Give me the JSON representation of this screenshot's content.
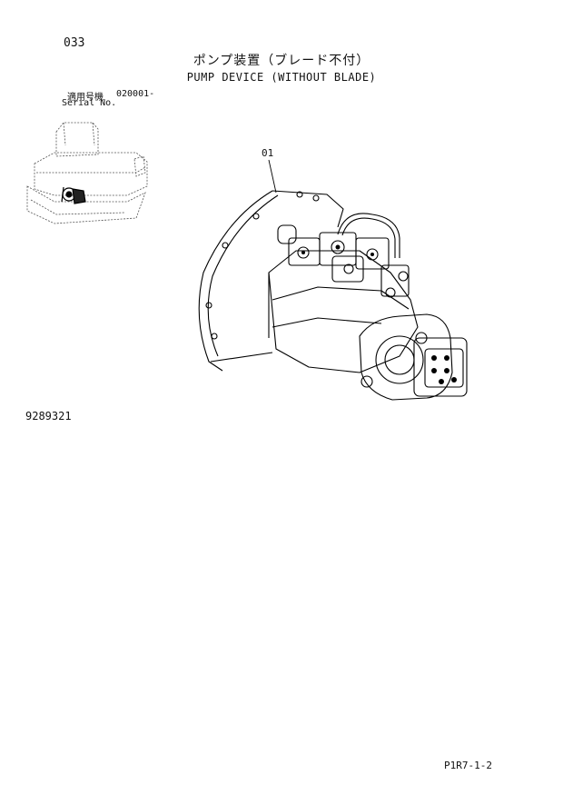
{
  "header": {
    "page_number": "033",
    "title_jp": "ポンプ装置（ブレード不付）",
    "title_en": "PUMP DEVICE (WITHOUT BLADE)"
  },
  "serial": {
    "label_jp": "適用号機",
    "code": "020001-",
    "label_en": "Serial No."
  },
  "callout": {
    "number": "01"
  },
  "footer": {
    "drawing_number": "9289321",
    "page_ref": "P1R7-1-2"
  }
}
